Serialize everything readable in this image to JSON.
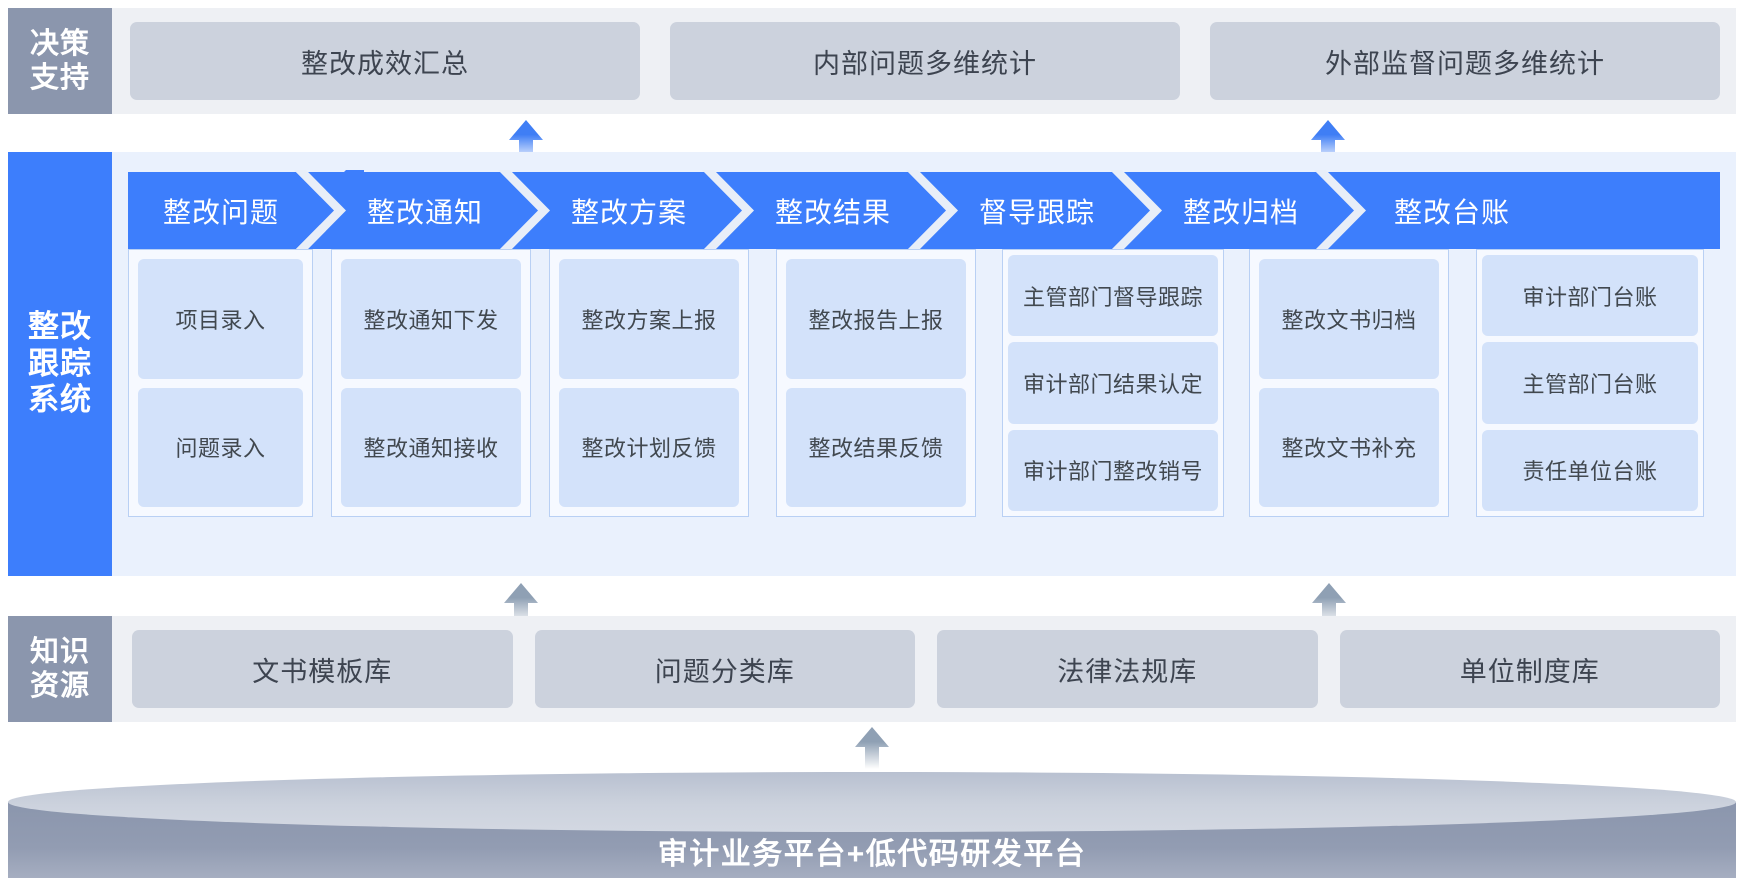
{
  "colors": {
    "accent_blue": "#3d7efc",
    "gray_label": "#8b96ad",
    "card_gray": "#ccd2dd",
    "sub_item_blue": "#d3e2fa",
    "band_blue_bg": "#eaf1fd",
    "band_gray_bg": "#eef0f4",
    "arrow_blue": "#3f7ef5",
    "arrow_gray": "#8fa0b4"
  },
  "decision_support": {
    "label": "决策\n支持",
    "label_line1": "决策",
    "label_line2": "支持",
    "cards": [
      {
        "label": "整改成效汇总"
      },
      {
        "label": "内部问题多维统计"
      },
      {
        "label": "外部监督问题多维统计"
      }
    ]
  },
  "rectification_system": {
    "label_line1": "整改",
    "label_line2": "跟踪",
    "label_line3": "系统",
    "stages": [
      {
        "title": "整改问题",
        "items": [
          "项目录入",
          "问题录入"
        ]
      },
      {
        "title": "整改通知",
        "items": [
          "整改通知下发",
          "整改通知接收"
        ]
      },
      {
        "title": "整改方案",
        "items": [
          "整改方案上报",
          "整改计划反馈"
        ]
      },
      {
        "title": "整改结果",
        "items": [
          "整改报告上报",
          "整改结果反馈"
        ]
      },
      {
        "title": "督导跟踪",
        "items": [
          "主管部门督导跟踪",
          "审计部门结果认定",
          "审计部门整改销号"
        ]
      },
      {
        "title": "整改归档",
        "items": [
          "整改文书归档",
          "整改文书补充"
        ]
      },
      {
        "title": "整改台账",
        "items": [
          "审计部门台账",
          "主管部门台账",
          "责任单位台账"
        ]
      }
    ]
  },
  "knowledge_resources": {
    "label_line1": "知识",
    "label_line2": "资源",
    "cards": [
      {
        "label": "文书模板库"
      },
      {
        "label": "问题分类库"
      },
      {
        "label": "法律法规库"
      },
      {
        "label": "单位制度库"
      }
    ]
  },
  "platform": {
    "label": "审计业务平台+低代码研发平台"
  }
}
